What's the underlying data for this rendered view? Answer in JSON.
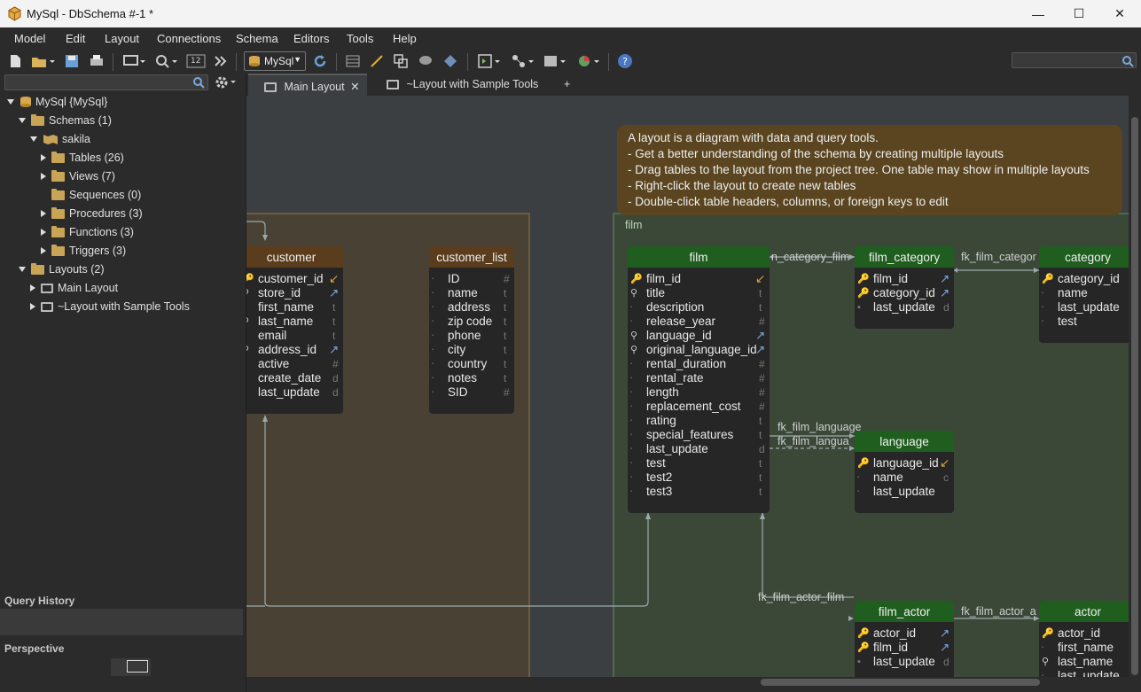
{
  "window": {
    "title": "MySql - DbSchema #-1 *",
    "minimize": "—",
    "maximize": "☐",
    "close": "✕"
  },
  "menu": [
    "Model",
    "Edit",
    "Layout",
    "Connections",
    "Schema",
    "Editors",
    "Tools",
    "Help"
  ],
  "toolbar": {
    "db_select": "MySql",
    "zoom_value": "12"
  },
  "sidebar": {
    "tree": [
      {
        "label": "MySql {MySql}"
      },
      {
        "label": "Schemas (1)"
      },
      {
        "label": "sakila"
      },
      {
        "label": "Tables (26)"
      },
      {
        "label": "Views (7)"
      },
      {
        "label": "Sequences (0)"
      },
      {
        "label": "Procedures (3)"
      },
      {
        "label": "Functions (3)"
      },
      {
        "label": "Triggers (3)"
      },
      {
        "label": "Layouts (2)"
      },
      {
        "label": "Main Layout"
      },
      {
        "label": "~Layout with Sample Tools"
      }
    ],
    "query_history": "Query History",
    "perspective": "Perspective"
  },
  "tabs": [
    {
      "label": "Main Layout",
      "close": "✕"
    },
    {
      "label": "~Layout with Sample Tools"
    },
    {
      "label": "+"
    }
  ],
  "note": {
    "lines": [
      "A layout is a diagram with data and query tools.",
      "- Get a better understanding of the schema by creating multiple layouts",
      "- Drag tables to the layout from the project tree. One table may show in multiple layouts",
      "- Right-click the layout to create new tables",
      "- Double-click table headers, columns, or foreign keys to edit"
    ]
  },
  "groups": {
    "film": "film"
  },
  "tables": {
    "customer": {
      "name": "customer",
      "header_color": "#5a3d1c",
      "columns": [
        "customer_id",
        "store_id",
        "first_name",
        "last_name",
        "email",
        "address_id",
        "active",
        "create_date",
        "last_update"
      ],
      "types": [
        "",
        "",
        "t",
        "t",
        "t",
        "",
        "#",
        "d",
        "d"
      ]
    },
    "customer_list": {
      "name": "customer_list",
      "header_color": "#5a3d1c",
      "columns": [
        "ID",
        "name",
        "address",
        "zip code",
        "phone",
        "city",
        "country",
        "notes",
        "SID"
      ],
      "types": [
        "#",
        "t",
        "t",
        "t",
        "t",
        "t",
        "t",
        "t",
        "#"
      ]
    },
    "film": {
      "name": "film",
      "header_color": "#1f5e1f",
      "columns": [
        "film_id",
        "title",
        "description",
        "release_year",
        "language_id",
        "original_language_id",
        "rental_duration",
        "rental_rate",
        "length",
        "replacement_cost",
        "rating",
        "special_features",
        "last_update",
        "test",
        "test2",
        "test3"
      ],
      "types": [
        "",
        "t",
        "t",
        "#",
        "",
        "",
        "#",
        "#",
        "#",
        "#",
        "t",
        "t",
        "d",
        "t",
        "t",
        "t"
      ]
    },
    "film_category": {
      "name": "film_category",
      "header_color": "#1f5e1f",
      "columns": [
        "film_id",
        "category_id",
        "last_update"
      ],
      "types": [
        "",
        "",
        "d"
      ]
    },
    "category": {
      "name": "category",
      "header_color": "#1f5e1f",
      "columns": [
        "category_id",
        "name",
        "last_update",
        "test"
      ],
      "types": [
        "",
        "",
        "",
        ""
      ]
    },
    "language": {
      "name": "language",
      "header_color": "#1f5e1f",
      "columns": [
        "language_id",
        "name",
        "last_update"
      ],
      "types": [
        "",
        "c",
        ""
      ]
    },
    "film_actor": {
      "name": "film_actor",
      "header_color": "#1f5e1f",
      "columns": [
        "actor_id",
        "film_id",
        "last_update"
      ],
      "types": [
        "",
        "",
        "d"
      ]
    },
    "actor": {
      "name": "actor",
      "header_color": "#1f5e1f",
      "columns": [
        "actor_id",
        "first_name",
        "last_name",
        "last_update"
      ],
      "types": [
        "",
        "",
        "",
        ""
      ]
    }
  },
  "fk_labels": {
    "film_category": "n_category_film",
    "category": "fk_film_categor",
    "lang1": "fk_film_language",
    "lang2": "fk_film_langua",
    "actor_film": "fk_film_actor_film",
    "actor_a": "fk_film_actor_a"
  }
}
